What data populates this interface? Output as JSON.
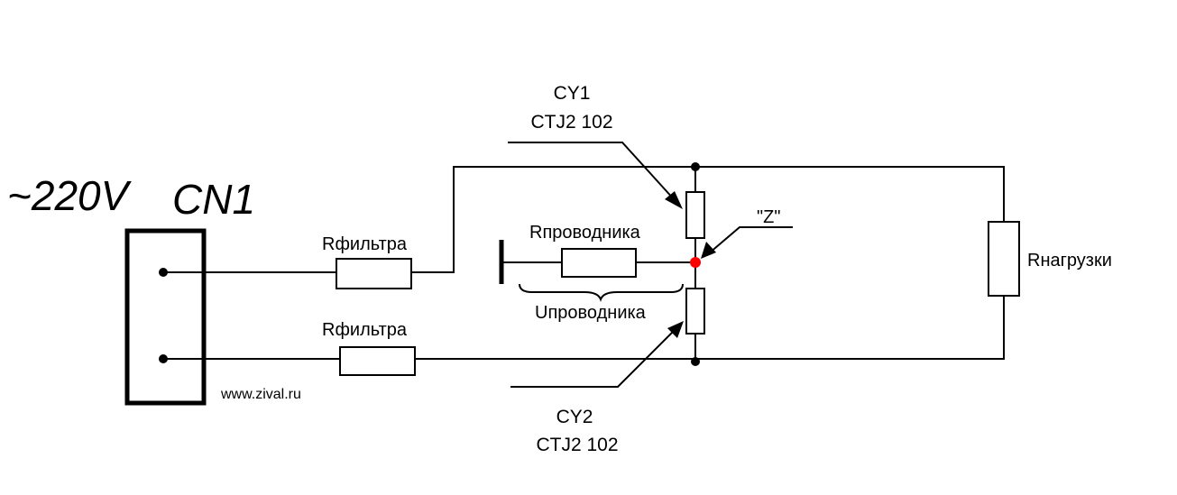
{
  "source": {
    "voltage": "~220V",
    "connector": "CN1"
  },
  "resistors": {
    "filter_top": "Rфильтра",
    "filter_bottom": "Rфильтра",
    "conductor": "Rпроводника",
    "load": "Rнагрузки"
  },
  "capacitors": {
    "cy1_name": "CY1",
    "cy1_part": "CTJ2 102",
    "cy2_name": "CY2",
    "cy2_part": "CTJ2 102"
  },
  "conductor_voltage": "Uпроводника",
  "node_z": "\"Z\"",
  "watermark": "www.zival.ru",
  "colors": {
    "line": "#000000",
    "node_z": "#ff0000"
  }
}
